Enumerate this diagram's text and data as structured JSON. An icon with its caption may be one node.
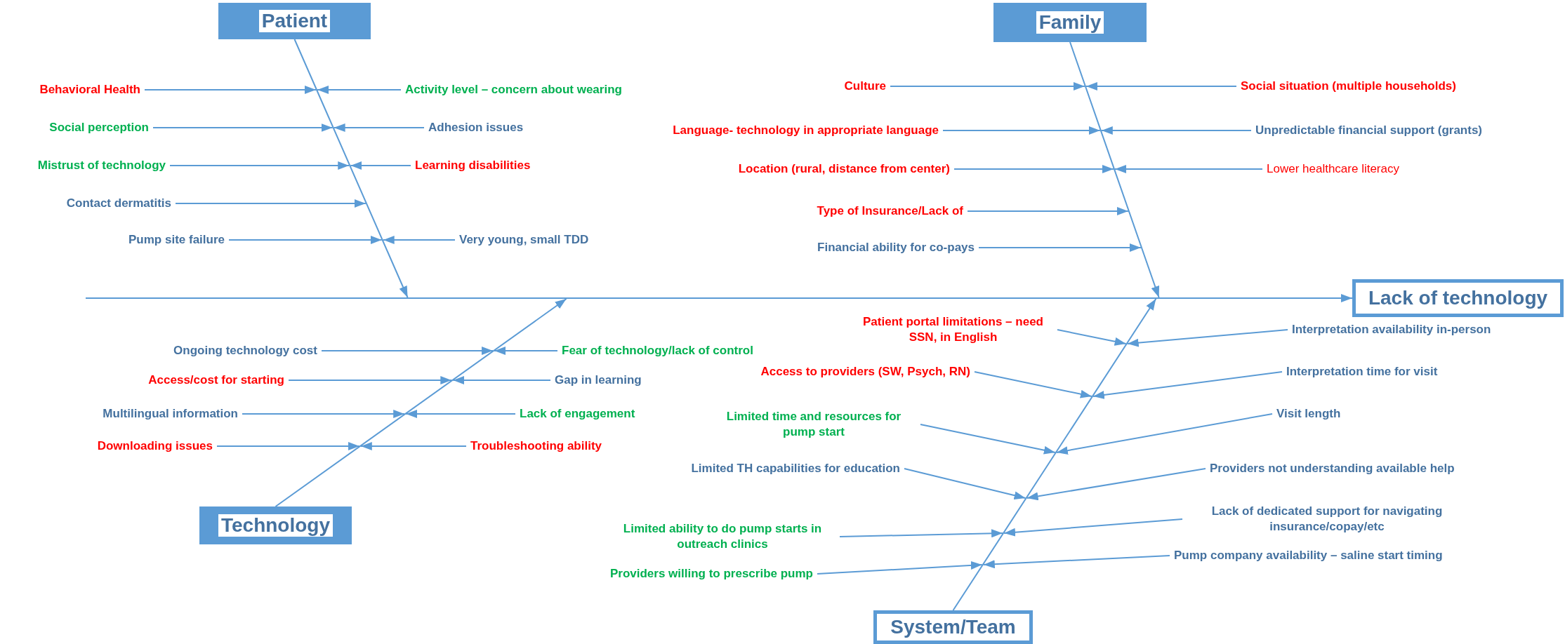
{
  "diagram": {
    "nodes": [
      {
        "text": [
          "Patient"
        ]
      },
      {
        "text": [
          "Behavioral Health"
        ]
      },
      {
        "text": [
          "Activity level – concern about wearing"
        ]
      },
      {
        "text": [
          "Social perception"
        ]
      },
      {
        "text": [
          "Adhesion issues"
        ]
      },
      {
        "text": [
          "Mistrust of technology"
        ]
      },
      {
        "text": [
          "Learning disabilities"
        ]
      },
      {
        "text": [
          "Contact dermatitis"
        ]
      },
      {
        "text": [
          "Pump site failure"
        ]
      },
      {
        "text": [
          "Very young, small TDD"
        ]
      },
      {
        "text": [
          "Family"
        ]
      },
      {
        "text": [
          "Culture"
        ]
      },
      {
        "text": [
          "Social situation (multiple households)"
        ]
      },
      {
        "text": [
          "Language- technology in appropriate language"
        ]
      },
      {
        "text": [
          "Unpredictable financial support (grants)"
        ]
      },
      {
        "text": [
          "Location (rural, distance from center)"
        ]
      },
      {
        "text": [
          "Lower healthcare literacy"
        ]
      },
      {
        "text": [
          "Type of Insurance/Lack of"
        ]
      },
      {
        "text": [
          "Financial ability for co-pays"
        ]
      },
      {
        "text": [
          "Lack of technology"
        ]
      },
      {
        "text": [
          "Technology"
        ]
      },
      {
        "text": [
          "Ongoing technology cost"
        ]
      },
      {
        "text": [
          "Fear of technology/lack of control"
        ]
      },
      {
        "text": [
          "Access/cost for starting"
        ]
      },
      {
        "text": [
          "Gap in learning"
        ]
      },
      {
        "text": [
          "Multilingual information"
        ]
      },
      {
        "text": [
          "Lack of engagement"
        ]
      },
      {
        "text": [
          "Downloading issues"
        ]
      },
      {
        "text": [
          "Troubleshooting ability"
        ]
      },
      {
        "text": [
          "System/Team"
        ]
      },
      {
        "text": [
          "Patient portal limitations – need SSN, in English"
        ]
      },
      {
        "text": [
          "Interpretation availability in-person"
        ]
      },
      {
        "text": [
          "Access to providers (SW, Psych, RN)"
        ]
      },
      {
        "text": [
          "Interpretation time for visit"
        ]
      },
      {
        "text": [
          "Limited time and resources for pump start"
        ]
      },
      {
        "text": [
          "Visit length"
        ]
      },
      {
        "text": [
          "Limited TH capabilities for education"
        ]
      },
      {
        "text": [
          "Providers not understanding available help"
        ]
      },
      {
        "text": [
          "Limited ability to do pump starts in outreach clinics"
        ]
      },
      {
        "text": [
          "Lack of dedicated support for navigating insurance/copay/etc"
        ]
      },
      {
        "text": [
          "Providers willing to prescribe pump"
        ]
      },
      {
        "text": [
          "Pump company availability – saline start timing"
        ]
      },
      {
        "text": [],
        "shape": "bar"
      }
    ],
    "edges": [
      {
        "from": 0,
        "to": 42,
        "arrow": "to"
      },
      {
        "from": 1,
        "to": null,
        "arrow": "to"
      },
      {
        "from": 2,
        "to": null,
        "arrow": "to"
      },
      {
        "from": 3,
        "to": null,
        "arrow": "to"
      },
      {
        "from": 4,
        "to": null,
        "arrow": "to"
      },
      {
        "from": 5,
        "to": null,
        "arrow": "to"
      },
      {
        "from": 6,
        "to": null,
        "arrow": "to"
      },
      {
        "from": 7,
        "to": null,
        "arrow": "to"
      },
      {
        "from": 8,
        "to": null,
        "arrow": "to"
      },
      {
        "from": 9,
        "to": null,
        "arrow": "to"
      },
      {
        "from": 10,
        "to": 42,
        "arrow": "to"
      },
      {
        "from": 11,
        "to": null,
        "arrow": "to"
      },
      {
        "from": 12,
        "to": null,
        "arrow": "to"
      },
      {
        "from": 13,
        "to": null,
        "arrow": "to"
      },
      {
        "from": 14,
        "to": null,
        "arrow": "to"
      },
      {
        "from": 15,
        "to": null,
        "arrow": "to"
      },
      {
        "from": 16,
        "to": null,
        "arrow": "to"
      },
      {
        "from": 17,
        "to": null,
        "arrow": "to"
      },
      {
        "from": 18,
        "to": null,
        "arrow": "to"
      },
      {
        "from": 42,
        "to": 19,
        "arrow": "to"
      },
      {
        "from": 20,
        "to": 42,
        "arrow": "to"
      },
      {
        "from": 21,
        "to": null,
        "arrow": "to"
      },
      {
        "from": 22,
        "to": null,
        "arrow": "to"
      },
      {
        "from": 23,
        "to": null,
        "arrow": "to"
      },
      {
        "from": 24,
        "to": null,
        "arrow": "to"
      },
      {
        "from": 25,
        "to": null,
        "arrow": "to"
      },
      {
        "from": 26,
        "to": null,
        "arrow": "to"
      },
      {
        "from": 27,
        "to": null,
        "arrow": "to"
      },
      {
        "from": 28,
        "to": null,
        "arrow": "to"
      },
      {
        "from": 29,
        "to": 42,
        "arrow": "to"
      },
      {
        "from": 30,
        "to": null,
        "arrow": "to"
      },
      {
        "from": 31,
        "to": null,
        "arrow": "to"
      },
      {
        "from": 32,
        "to": null,
        "arrow": "to"
      },
      {
        "from": 33,
        "to": null,
        "arrow": "to"
      },
      {
        "from": 34,
        "to": null,
        "arrow": "to"
      },
      {
        "from": 35,
        "to": null,
        "arrow": "to"
      },
      {
        "from": 36,
        "to": null,
        "arrow": "to"
      },
      {
        "from": 37,
        "to": null,
        "arrow": "to"
      },
      {
        "from": 38,
        "to": null,
        "arrow": "to"
      },
      {
        "from": 39,
        "to": null,
        "arrow": "to"
      },
      {
        "from": 40,
        "to": null,
        "arrow": "to"
      },
      {
        "from": 41,
        "to": null,
        "arrow": "to"
      }
    ]
  }
}
